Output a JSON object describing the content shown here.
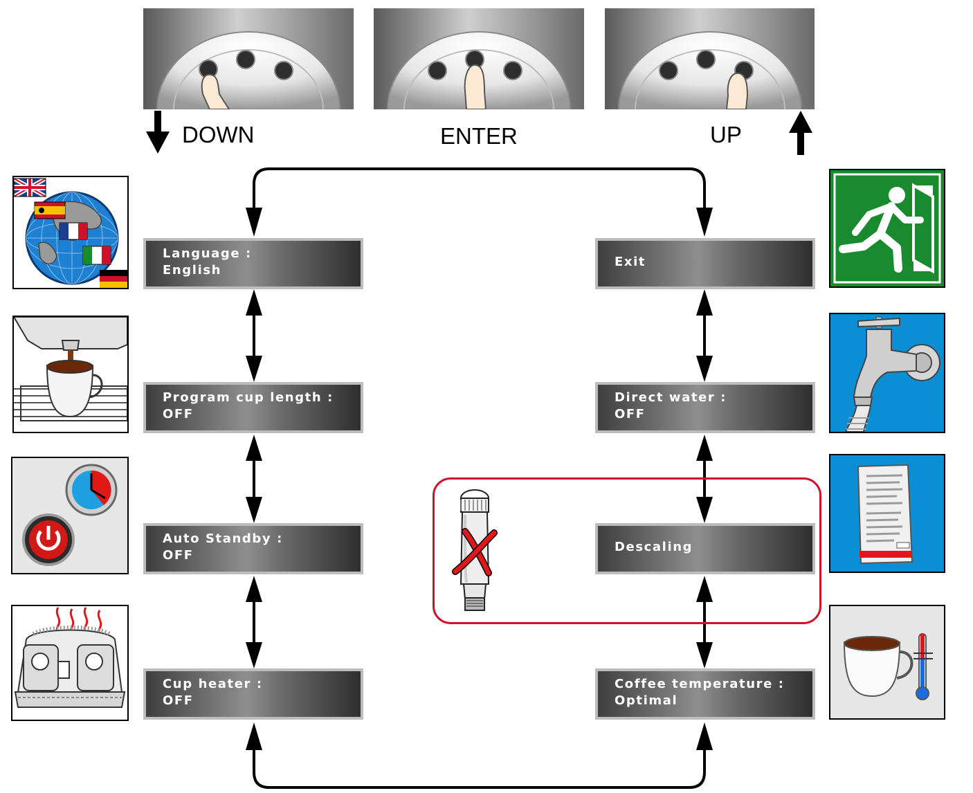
{
  "controls": {
    "down_label": "DOWN",
    "enter_label": "ENTER",
    "up_label": "UP"
  },
  "menu": {
    "language": {
      "title": "Language :",
      "value": "English"
    },
    "program_cup_length": {
      "title": "Program cup length :",
      "value": "OFF"
    },
    "auto_standby": {
      "title": "Auto Standby :",
      "value": "OFF"
    },
    "cup_heater": {
      "title": "Cup heater :",
      "value": "OFF"
    },
    "exit": {
      "title": "Exit"
    },
    "direct_water": {
      "title": "Direct water :",
      "value": "OFF"
    },
    "descaling": {
      "title": "Descaling"
    },
    "coffee_temperature": {
      "title": "Coffee temperature :",
      "value": "Optimal"
    }
  },
  "icons": {
    "language": "globe-flags-icon",
    "program_cup_length": "coffee-dispensing-icon",
    "auto_standby": "clock-power-icon",
    "cup_heater": "cup-heater-machine-icon",
    "exit": "exit-sign-icon",
    "direct_water": "water-tap-icon",
    "descaling": "descaling-agent-pack-icon",
    "coffee_temperature": "coffee-thermometer-icon",
    "no_filter": "water-filter-crossed-icon"
  },
  "colors": {
    "highlight_outline": "#d0102a",
    "exit_green": "#1a8a2e",
    "tile_blue": "#0a8ed6"
  }
}
